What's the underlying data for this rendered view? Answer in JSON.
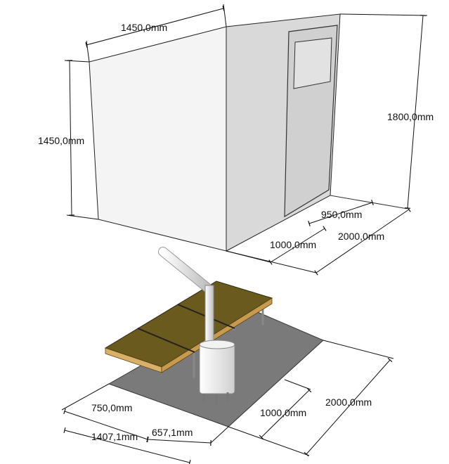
{
  "dimensions": {
    "top_width": "1450,0mm",
    "left_height": "1450,0mm",
    "right_height": "1800,0mm",
    "door_offset": "950,0mm",
    "cabin_depth": "2000,0mm",
    "cabin_partial": "1000,0mm",
    "floor_depth": "2000,0mm",
    "floor_partial": "1000,0mm",
    "floor_front_a": "750,0mm",
    "floor_front_total": "1407,1mm",
    "floor_front_b": "657,1mm"
  },
  "colors": {
    "wall_light": "#f2f2f2",
    "wall_shadow": "#d8d8d8",
    "door": "#d4d4d4",
    "floor_mat": "#7a7a7a",
    "bench_top": "#6b5a1e",
    "bench_edge": "#d9b068",
    "stove": "#eaeaea"
  }
}
